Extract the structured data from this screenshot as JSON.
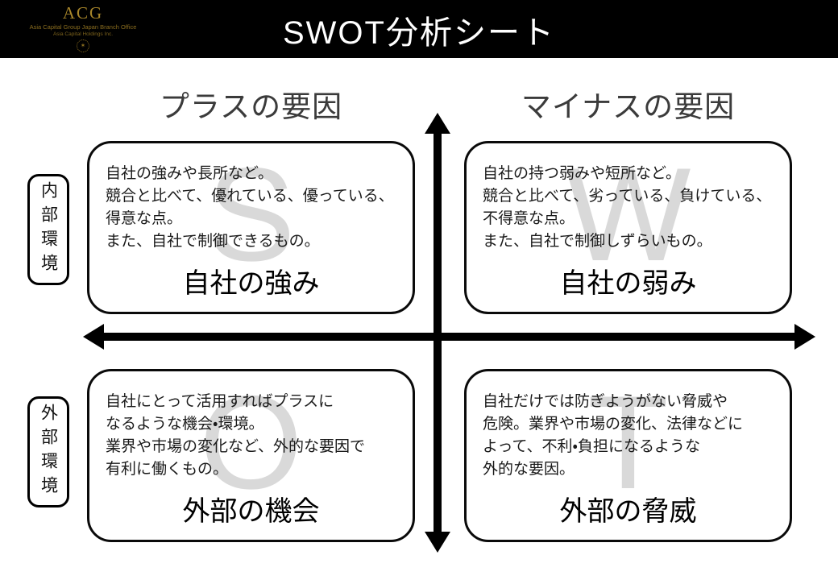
{
  "header": {
    "title": "SWOT分析シート",
    "logo": {
      "acronym": "ACG",
      "line1": "Asia Capital Group Japan Branch Office",
      "line2": "Asia Capital Holdings Inc.",
      "emblem_glyph": "✶",
      "gold_color": "#9a7b22"
    },
    "bg_color": "#000000"
  },
  "axes": {
    "column_headers": {
      "left": "プラスの要因",
      "right": "マイナスの要因"
    },
    "row_headers": {
      "top": "内部環境",
      "bottom": "外部環境"
    }
  },
  "quadrants": [
    {
      "id": "strengths",
      "letter": "S",
      "description": "自社の強みや長所など。\n競合と比べて、優れている、優っている、\n得意な点。\nまた、自社で制御できるもの。",
      "title": "自社の強み"
    },
    {
      "id": "weaknesses",
      "letter": "W",
      "description": "自社の持つ弱みや短所など。\n競合と比べて、劣っている、負けている、\n不得意な点。\nまた、自社で制御しずらいもの。",
      "title": "自社の弱み"
    },
    {
      "id": "opportunities",
      "letter": "O",
      "description": "自社にとって活用すればプラスに\nなるような機会・環境。\n業界や市場の変化など、外的な要因で\n有利に働くもの。",
      "title": "外部の機会"
    },
    {
      "id": "threats",
      "letter": "T",
      "description": "自社だけでは防ぎようがない脅威や\n危険。業界や市場の変化、法律などに\nよって、不利・負担になるような\n外的な要因。",
      "title": "外部の脅威"
    }
  ],
  "colors": {
    "watermark": "#d9d9d9",
    "axis": "#000000",
    "header_text": "#3b3b3b"
  }
}
